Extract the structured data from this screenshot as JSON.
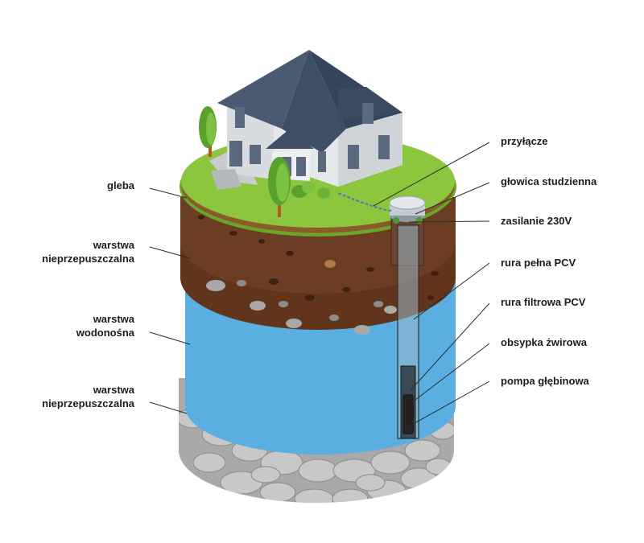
{
  "labels_left": [
    {
      "id": "soil",
      "lines": [
        "gleba"
      ]
    },
    {
      "id": "impermeable-top",
      "lines": [
        "warstwa",
        "nieprzepuszczalna"
      ]
    },
    {
      "id": "aquifer",
      "lines": [
        "warstwa",
        "wodonośna"
      ]
    },
    {
      "id": "impermeable-bottom",
      "lines": [
        "warstwa",
        "nieprzepuszczalna"
      ]
    }
  ],
  "labels_right": [
    {
      "id": "connection",
      "text": "przyłącze"
    },
    {
      "id": "wellhead",
      "text": "głowica studzienna"
    },
    {
      "id": "power",
      "text": "zasilanie 230V"
    },
    {
      "id": "solid-pipe",
      "text": "rura pełna PCV"
    },
    {
      "id": "filter-pipe",
      "text": "rura filtrowa PCV"
    },
    {
      "id": "gravel",
      "text": "obsypka żwirowa"
    },
    {
      "id": "pump",
      "text": "pompa głębinowa"
    }
  ],
  "colors": {
    "grass": "#8cc63f",
    "soil": "#6b3d22",
    "soil_dark": "#4a2814",
    "water": "#5aaee0",
    "rock": "#bcbcbc",
    "roof": "#3e4e63",
    "wall": "#d9dde2",
    "leader": "#2b2b2b"
  }
}
